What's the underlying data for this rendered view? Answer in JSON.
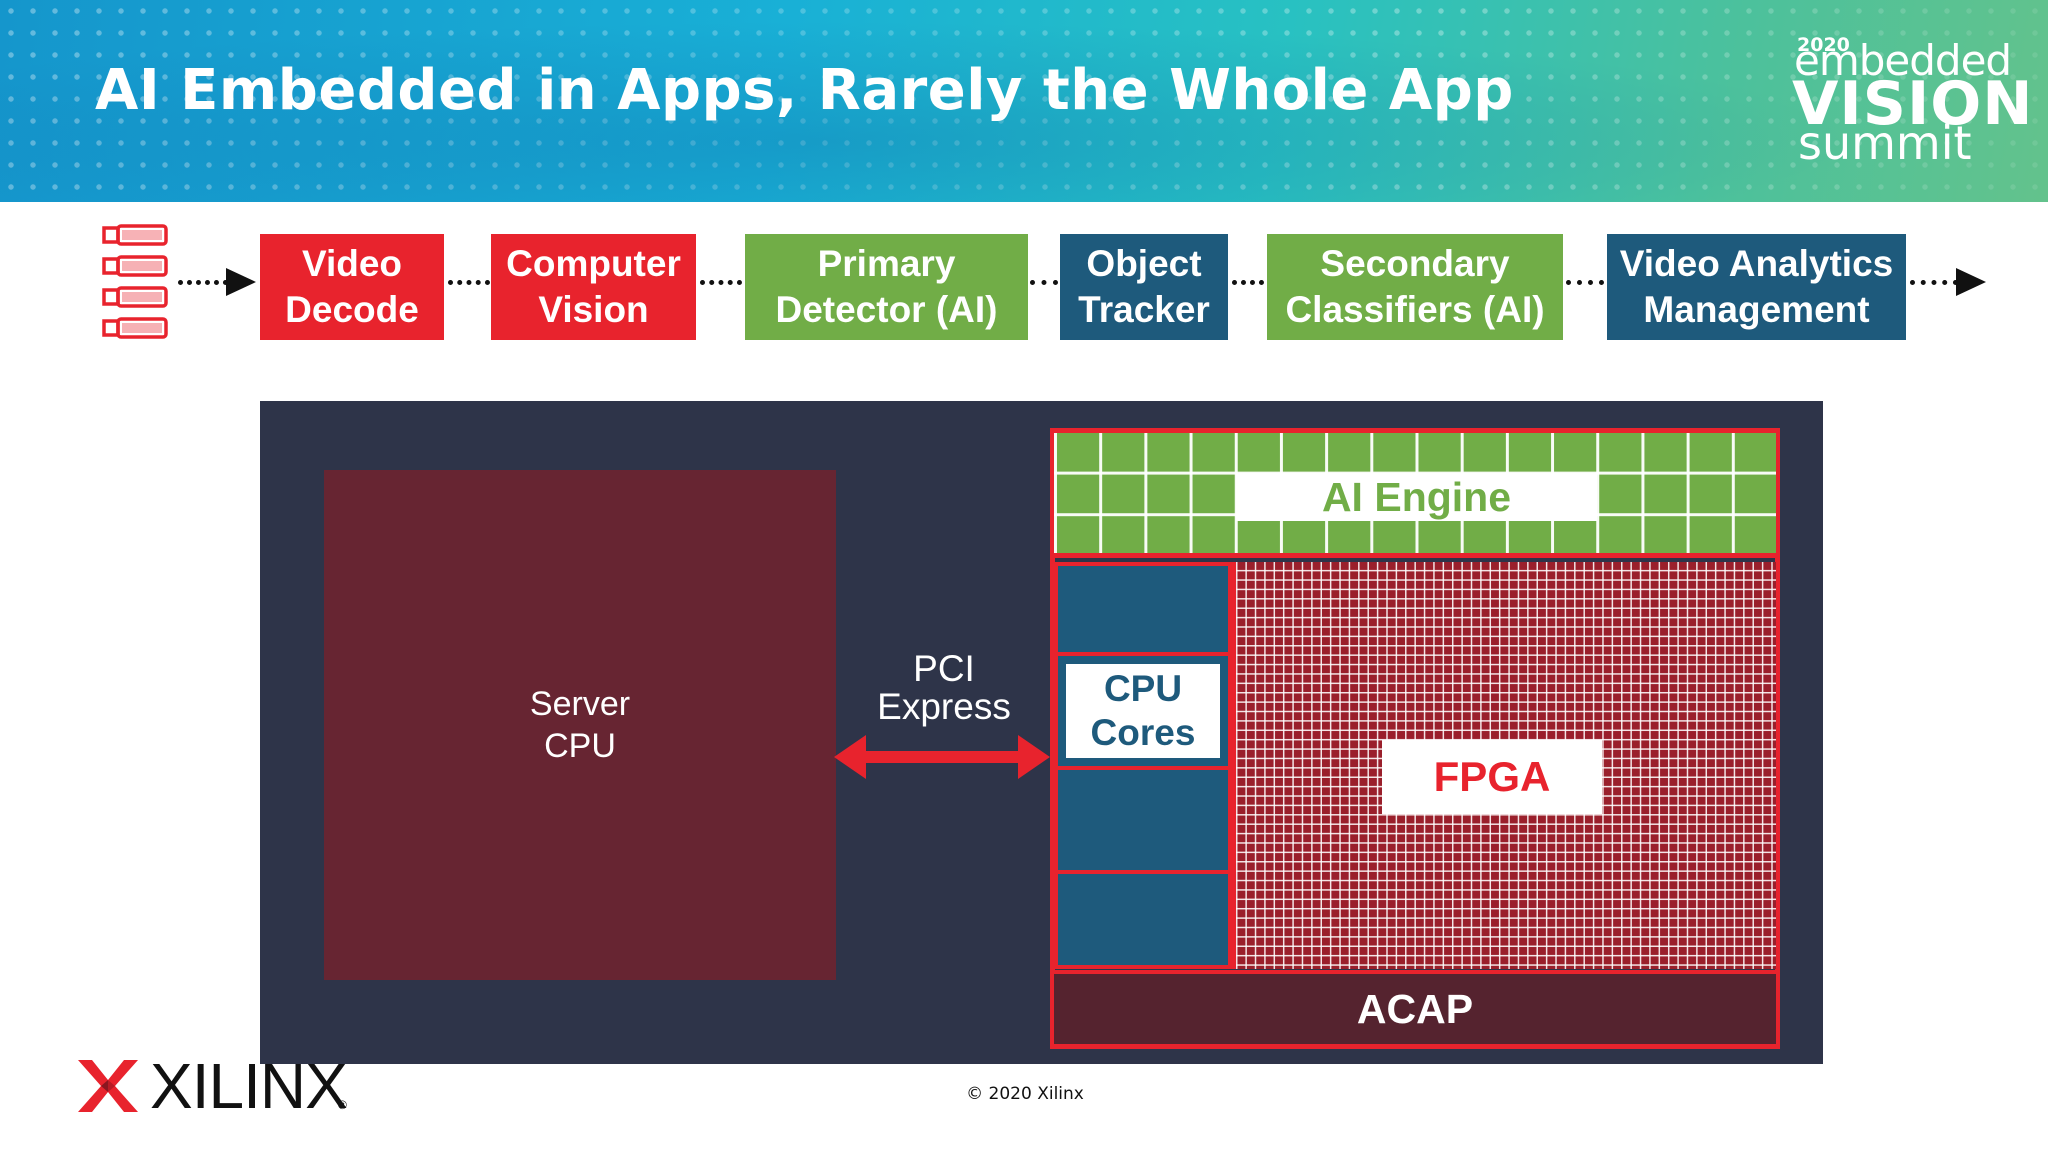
{
  "header": {
    "title": "AI Embedded in Apps, Rarely the Whole App",
    "logo": {
      "year": "2020",
      "line1": "embedded",
      "line2": "VISION",
      "line3": "summit"
    }
  },
  "pipeline": {
    "source_icon": "camera-stack-icon",
    "stages": [
      {
        "line1": "Video",
        "line2": "Decode",
        "color": "#e8232d"
      },
      {
        "line1": "Computer",
        "line2": "Vision",
        "color": "#e8232d"
      },
      {
        "line1": "Primary",
        "line2": "Detector (AI)",
        "color": "#71ad47"
      },
      {
        "line1": "Object",
        "line2": "Tracker",
        "color": "#1e5a7c"
      },
      {
        "line1": "Secondary",
        "line2": "Classifiers (AI)",
        "color": "#71ad47"
      },
      {
        "line1": "Video Analytics",
        "line2": "Management",
        "color": "#1e5a7c"
      }
    ]
  },
  "diagram": {
    "server_cpu": {
      "line1": "Server",
      "line2": "CPU"
    },
    "link": {
      "line1": "PCI",
      "line2": "Express"
    },
    "acap": {
      "ai_engine": "AI Engine",
      "cpu_cores": {
        "line1": "CPU",
        "line2": "Cores"
      },
      "fpga": "FPGA",
      "label": "ACAP"
    }
  },
  "footer": {
    "brand": "XILINX",
    "registered": "®",
    "copyright": "© 2020 Xilinx"
  },
  "colors": {
    "red": "#e8232d",
    "green": "#71ad47",
    "blue": "#1e5a7c",
    "navy_board": "#2e3449",
    "server_maroon": "#672532",
    "acap_maroon": "#55232f"
  }
}
